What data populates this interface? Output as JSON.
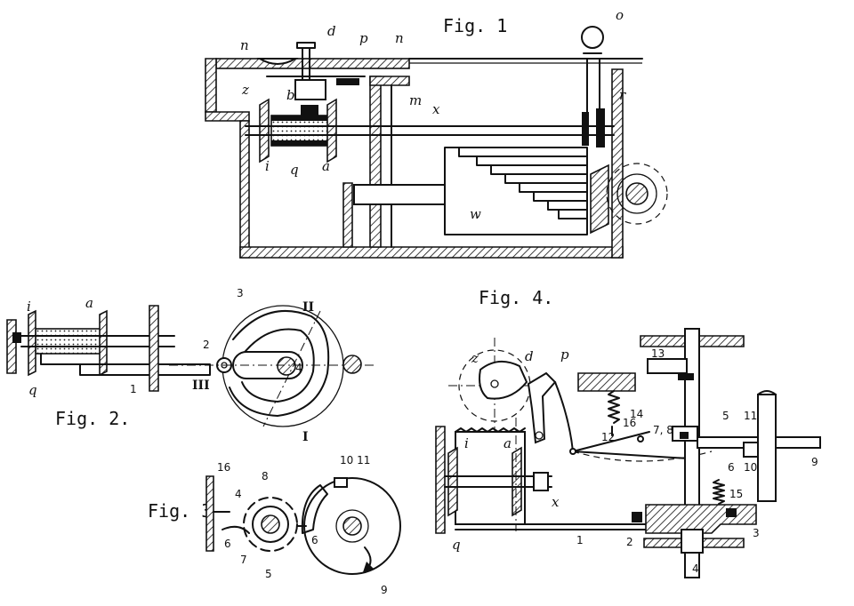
{
  "figures": {
    "fig1": {
      "title": "Fig. 1",
      "labels": {
        "n1": "n",
        "d": "d",
        "p": "p",
        "n2": "n",
        "o": "o",
        "z": "z",
        "b": "b",
        "m": "m",
        "r": "r",
        "x": "x",
        "i": "i",
        "q": "q",
        "a": "a",
        "w": "w"
      }
    },
    "fig2": {
      "title": "Fig. 2.",
      "labels": {
        "i": "i",
        "a": "a",
        "q": "q",
        "one": "1",
        "three": "3",
        "two": "2",
        "four": "4",
        "II": "II",
        "III": "III",
        "I": "I"
      }
    },
    "fig3": {
      "title": "Fig. 3",
      "labels": {
        "n16": "16",
        "n4": "4",
        "n8": "8",
        "n6a": "6",
        "n7": "7",
        "n5": "5",
        "n6b": "6",
        "n10_11": "10 11",
        "n9": "9"
      }
    },
    "fig4": {
      "title": "Fig. 4.",
      "labels": {
        "z": "z",
        "d": "d",
        "p": "p",
        "i": "i",
        "a": "a",
        "x": "x",
        "q": "q",
        "n1": "1",
        "n2": "2",
        "n3": "3",
        "n4": "4",
        "n5": "5",
        "n6": "6",
        "n7_8": "7, 8",
        "n9": "9",
        "n10": "10",
        "n11": "11",
        "n12": "12",
        "n13": "13",
        "n14": "14",
        "n15": "15",
        "n16": "16"
      }
    }
  }
}
